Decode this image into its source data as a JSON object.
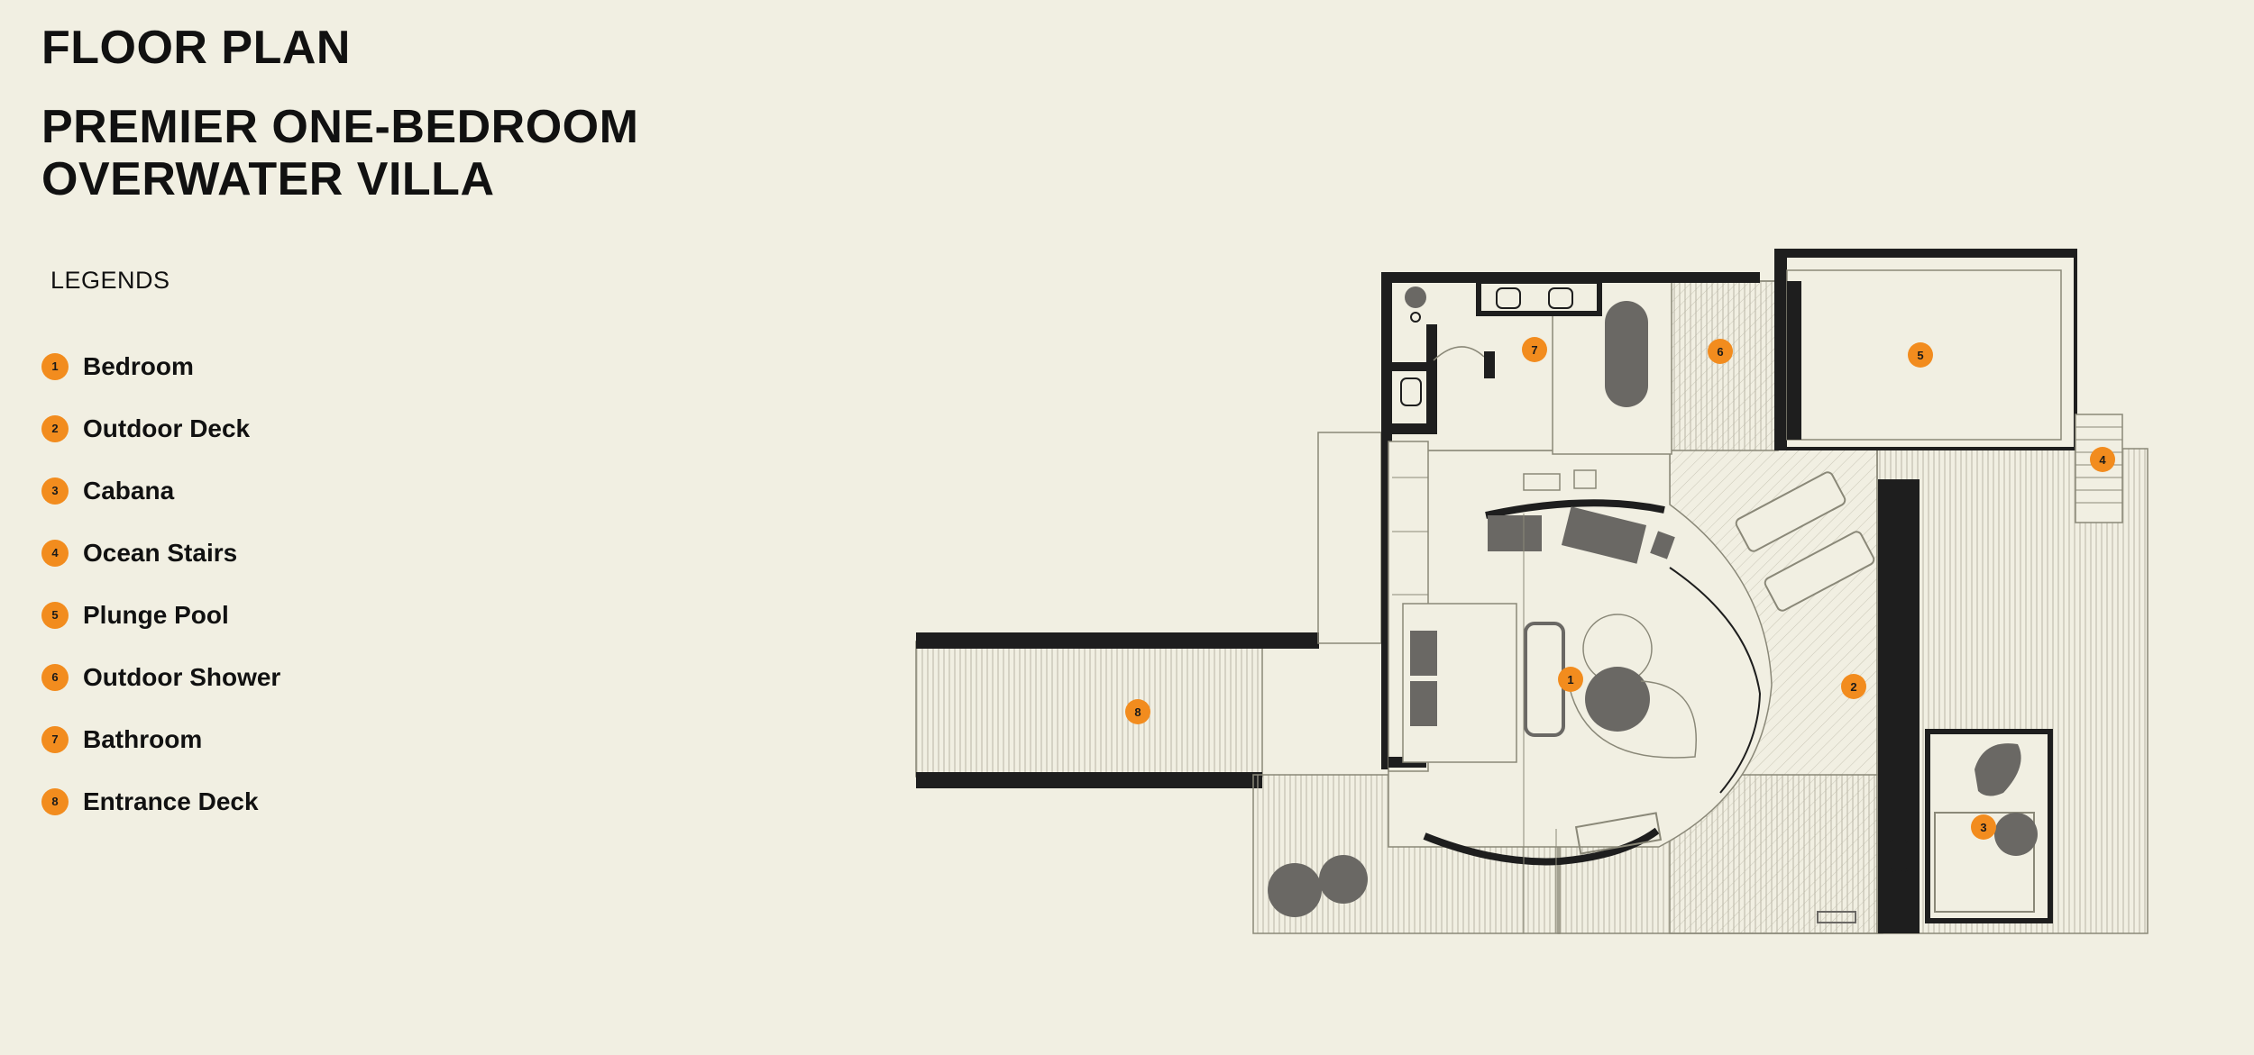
{
  "header": {
    "title": "FLOOR PLAN",
    "subtitle": "PREMIER ONE-BEDROOM OVERWATER VILLA"
  },
  "legend": {
    "heading": "LEGENDS",
    "items": [
      {
        "num": "1",
        "label": "Bedroom"
      },
      {
        "num": "2",
        "label": "Outdoor Deck"
      },
      {
        "num": "3",
        "label": "Cabana"
      },
      {
        "num": "4",
        "label": "Ocean Stairs"
      },
      {
        "num": "5",
        "label": "Plunge Pool"
      },
      {
        "num": "6",
        "label": "Outdoor Shower"
      },
      {
        "num": "7",
        "label": "Bathroom"
      },
      {
        "num": "8",
        "label": "Entrance Deck"
      }
    ]
  },
  "plan": {
    "markers": {
      "bedroom": "1",
      "outdoor_deck": "2",
      "cabana": "3",
      "ocean_stairs": "4",
      "plunge_pool": "5",
      "outdoor_shower": "6",
      "bathroom": "7",
      "entrance_deck": "8"
    }
  },
  "colors": {
    "background": "#f1efe2",
    "marker": "#f28c1e",
    "wall": "#1e1e1e",
    "furniture": "#6a6864",
    "line": "#8a8878"
  }
}
